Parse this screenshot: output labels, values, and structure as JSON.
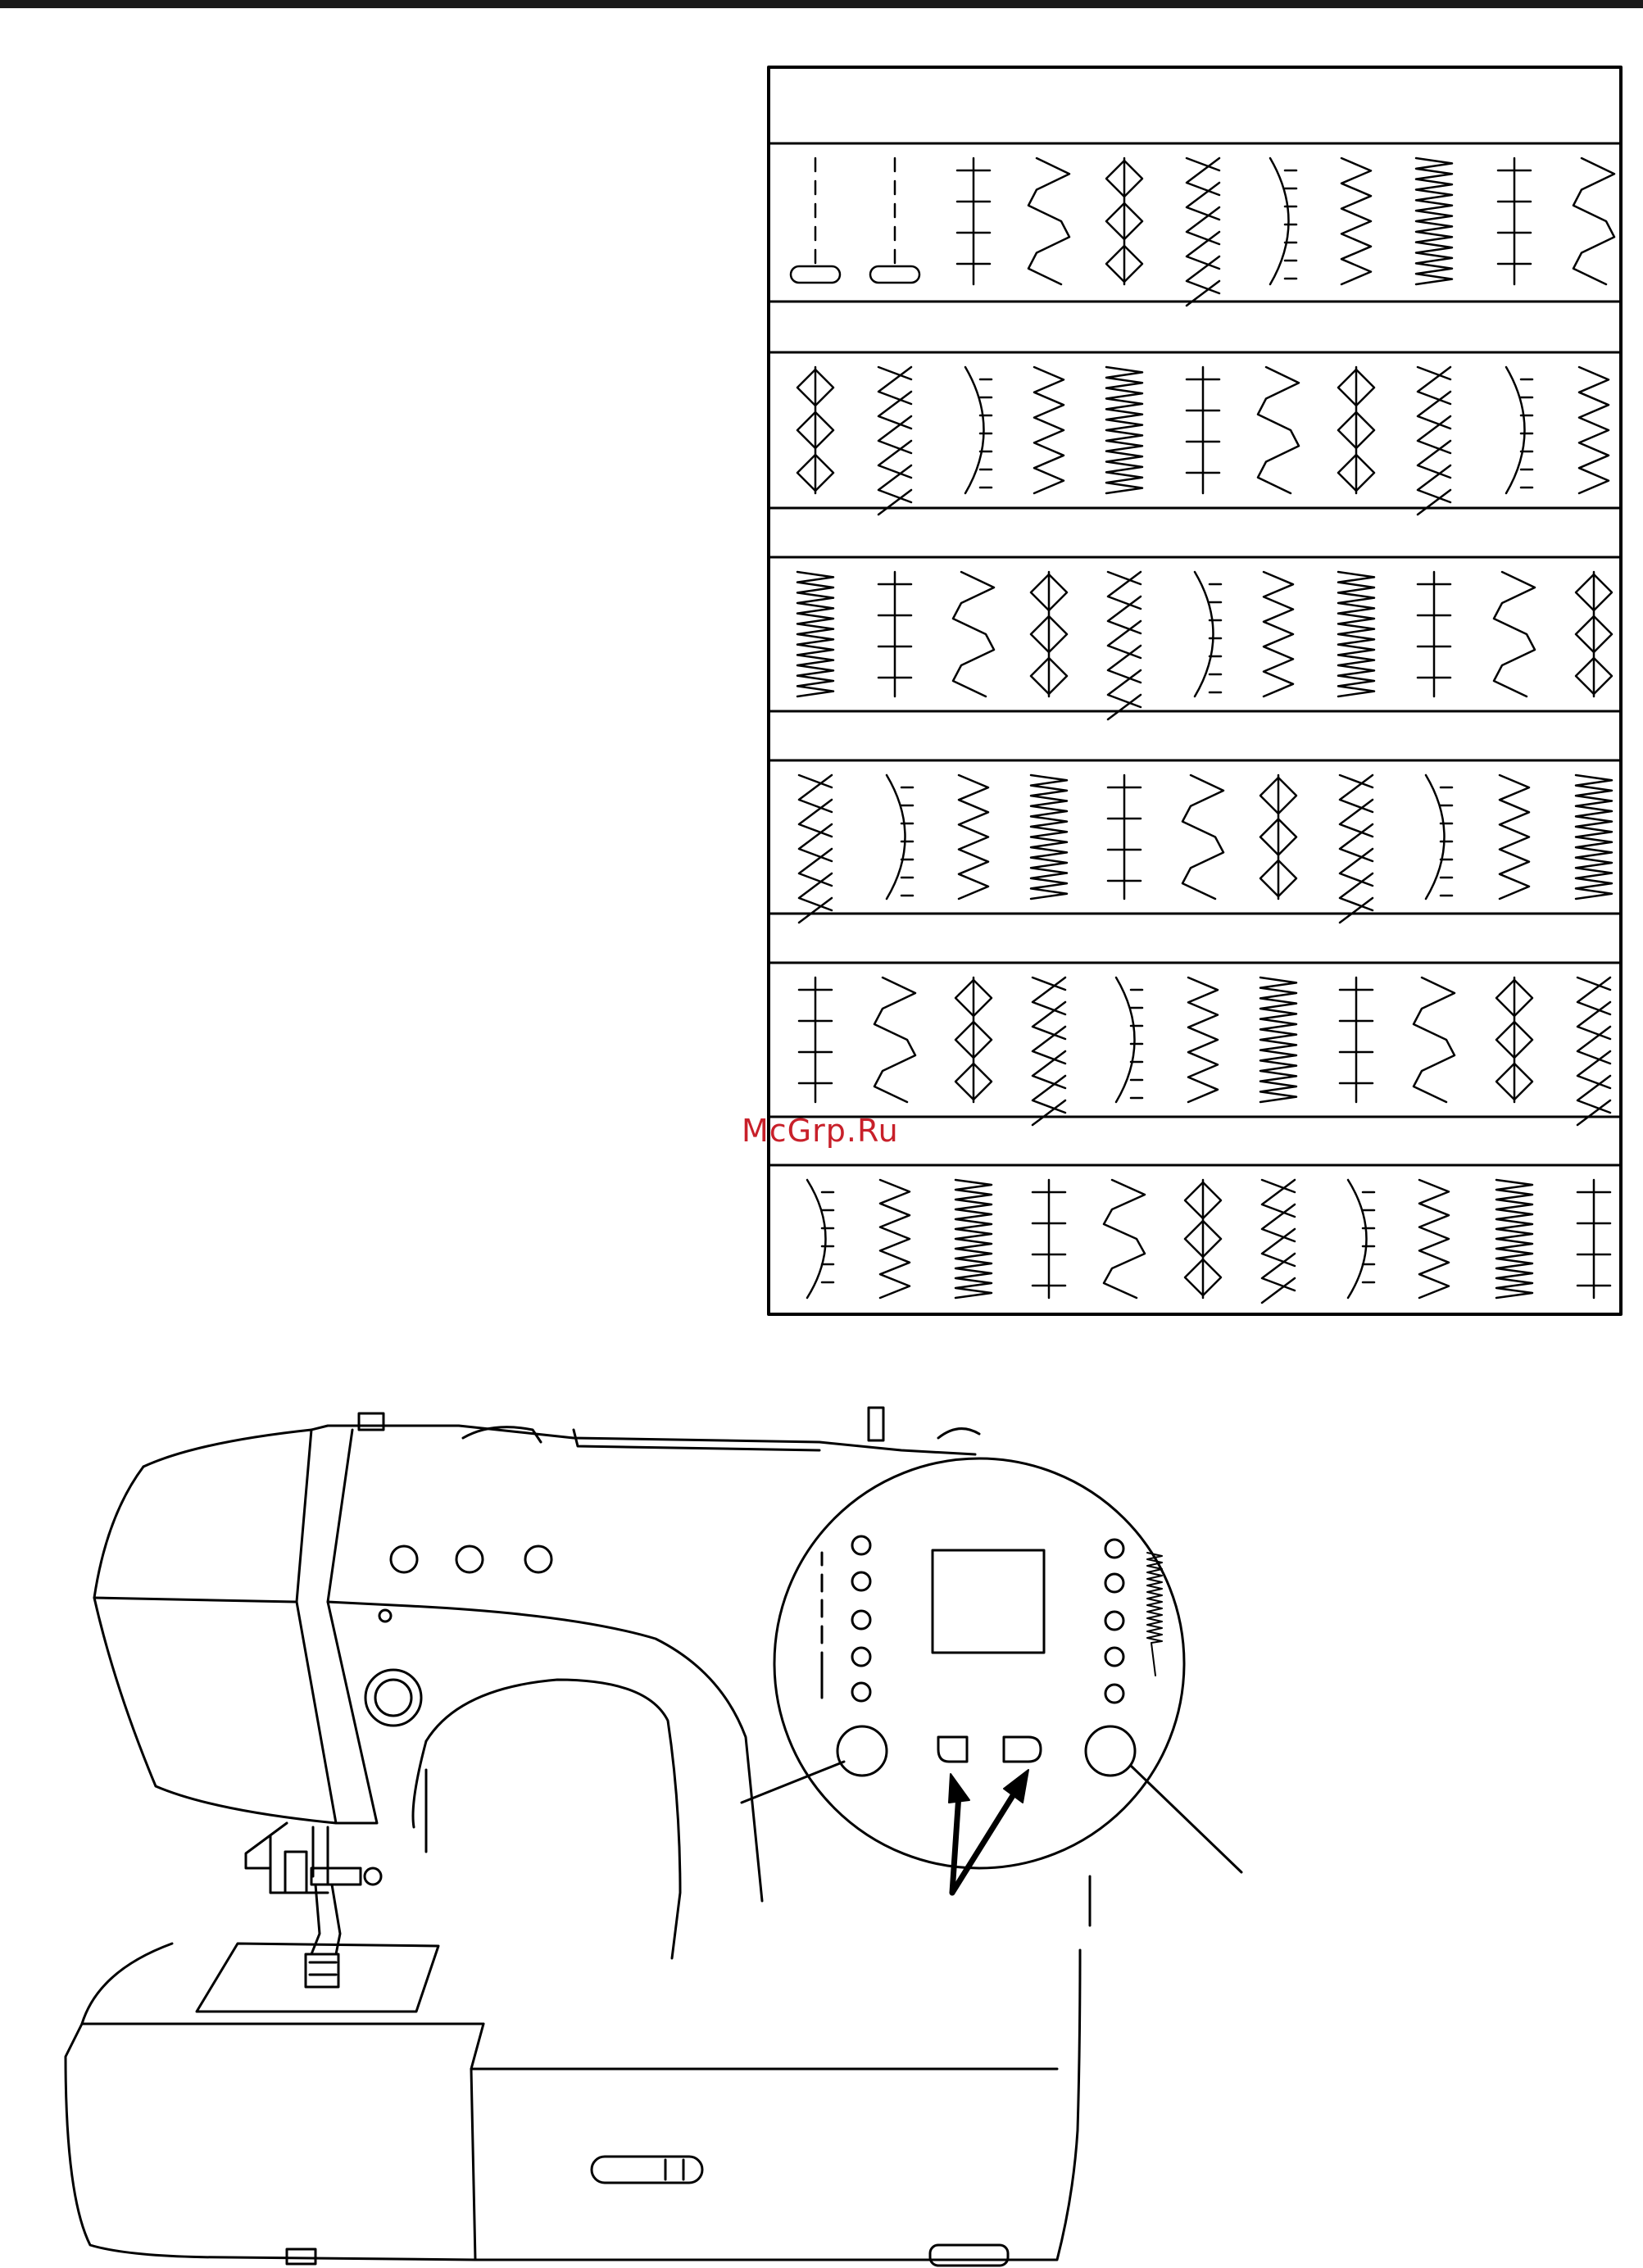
{
  "watermark": {
    "text": "McGrp.Ru",
    "color": "#c8202a"
  },
  "stitch_table": {
    "rows": [
      {
        "patterns": 11
      },
      {
        "patterns": 11
      },
      {
        "patterns": 11
      },
      {
        "patterns": 11
      },
      {
        "patterns": 11
      },
      {
        "patterns": 11
      }
    ]
  },
  "machine": {
    "panel": {
      "left_leds": 5,
      "right_leds": 5,
      "buttons": [
        "left-round-button",
        "left-select-button",
        "right-select-button",
        "right-round-button"
      ]
    },
    "top_buttons": 3
  },
  "icons": [
    "straight-stitch-icon",
    "zigzag-stitch-icon",
    "buttonhole-icon",
    "decorative-stitch-icon"
  ]
}
